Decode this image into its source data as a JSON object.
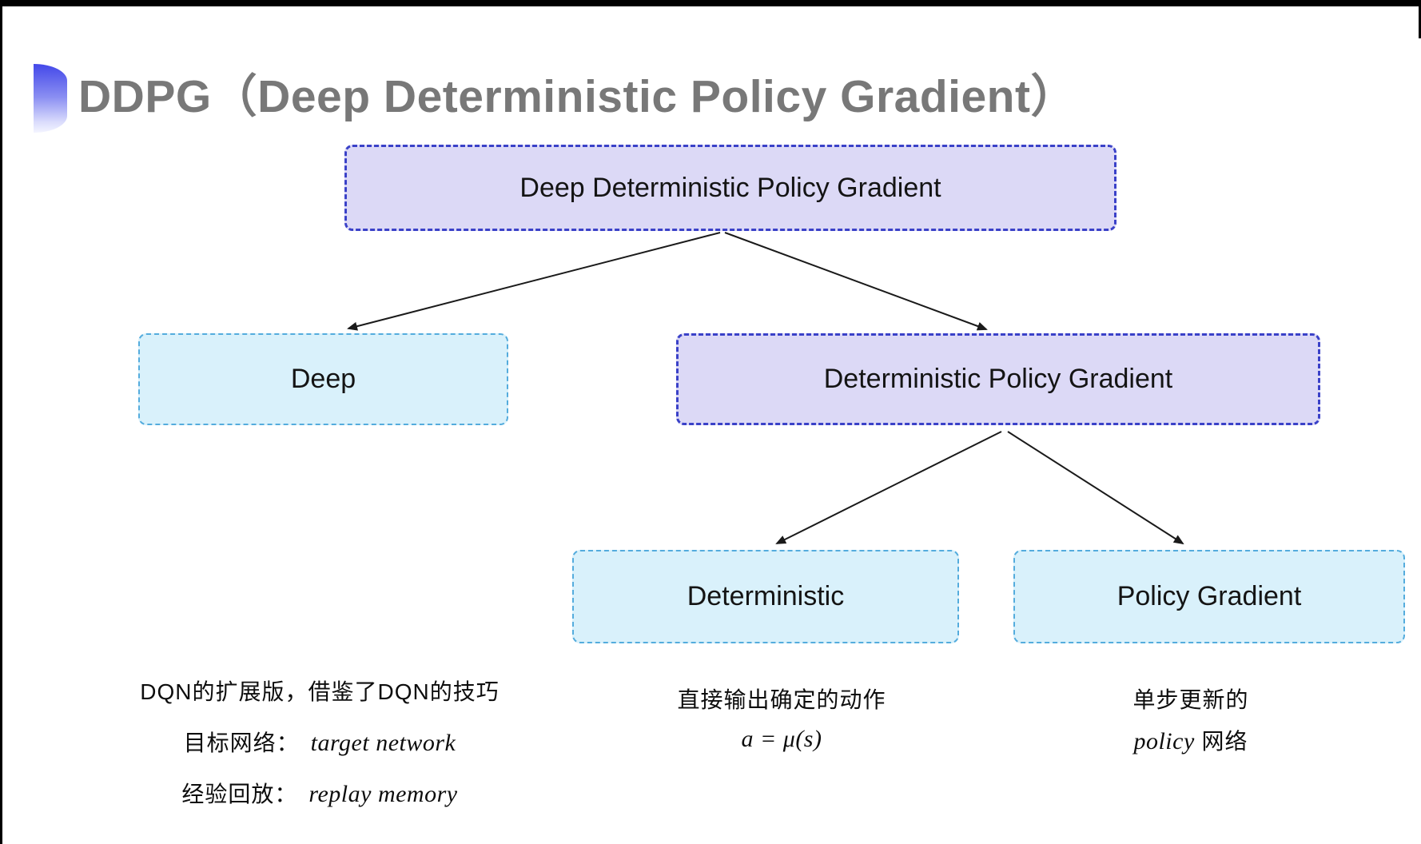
{
  "header": {
    "title": "DDPG（Deep Deterministic Policy Gradient）"
  },
  "tree": {
    "root": {
      "label": "Deep Deterministic Policy Gradient"
    },
    "deep": {
      "label": "Deep"
    },
    "dpg": {
      "label": "Deterministic Policy Gradient"
    },
    "deterministic": {
      "label": "Deterministic"
    },
    "policy_gradient": {
      "label": "Policy Gradient"
    }
  },
  "edges": [
    {
      "from": "root",
      "to": "deep"
    },
    {
      "from": "root",
      "to": "dpg"
    },
    {
      "from": "dpg",
      "to": "deterministic"
    },
    {
      "from": "dpg",
      "to": "policy_gradient"
    }
  ],
  "notes": {
    "deep": {
      "line1": "DQN的扩展版，借鉴了DQN的技巧",
      "target_label": "目标网络：",
      "target_value": "target network",
      "replay_label": "经验回放：",
      "replay_value": "replay memory"
    },
    "deterministic": {
      "line1": "直接输出确定的动作",
      "formula": "a = μ(s)"
    },
    "policy_gradient": {
      "line1": "单步更新的",
      "line2_italic": "policy",
      "line2_rest": " 网络"
    }
  },
  "colors": {
    "purple_fill": "#dcd9f6",
    "purple_border": "#3a41c8",
    "cyan_fill": "#d9f1fb",
    "cyan_border": "#54acdd",
    "title_gray": "#787878",
    "arrow_black": "#1a1a1a"
  }
}
